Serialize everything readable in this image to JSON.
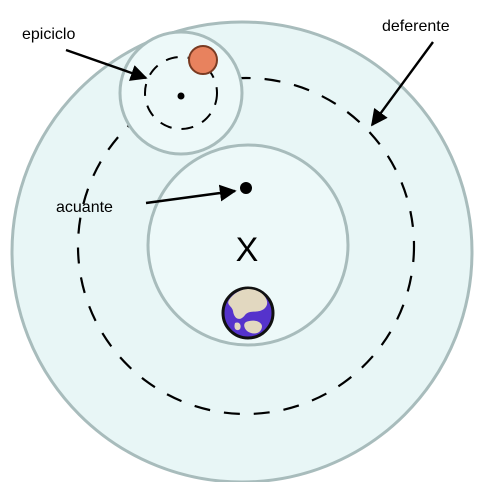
{
  "labels": {
    "epicycle": "epiciclo",
    "deferent": "deferente",
    "equant": "acuante",
    "center_mark": "X"
  },
  "colors": {
    "background": "#ffffff",
    "region_fill": "#e8f6f6",
    "circle_stroke": "#a8bcbc",
    "path_stroke": "#000000",
    "planet": "#e8825e",
    "planet_stroke": "#7a3b22",
    "earth_ocean": "#5533cc",
    "earth_land": "#e2d8c0",
    "earth_stroke": "#111111"
  },
  "icons": {
    "planet": "planet-icon",
    "earth": "earth-globe-icon",
    "equant_point": "equant-point-icon",
    "epicycle_center": "epicycle-center-icon"
  }
}
